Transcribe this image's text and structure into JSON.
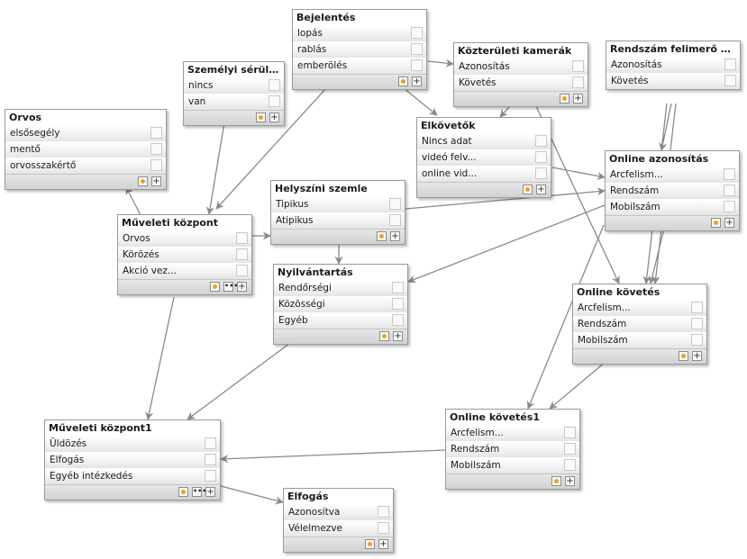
{
  "nodes": [
    {
      "id": "bejelentes",
      "title": "Bejelentés",
      "items": [
        "lopás",
        "rablás",
        "emberölés"
      ],
      "footer": [
        "dot",
        "plus"
      ]
    },
    {
      "id": "szemelyi",
      "title": "Személyi sérülés",
      "items": [
        "nincs",
        "van"
      ],
      "footer": [
        "dot",
        "plus"
      ]
    },
    {
      "id": "kozteruleti",
      "title": "Közterületi kamerák",
      "items": [
        "Azonosítás",
        "Követés"
      ],
      "footer": [
        "dot",
        "plus"
      ]
    },
    {
      "id": "rendszam_felismero",
      "title": "Rendszám felimerő ka...",
      "items": [
        "Azonosítás",
        "Követés"
      ],
      "footer": []
    },
    {
      "id": "orvos",
      "title": "Orvos",
      "items": [
        "elsősegély",
        "mentő",
        "orvosszakértő"
      ],
      "footer": [
        "dot",
        "plus"
      ]
    },
    {
      "id": "elkovetok",
      "title": "Elkövetők",
      "items": [
        "Nincs adat",
        "videó felv...",
        "online vid..."
      ],
      "footer": [
        "dot",
        "plus"
      ]
    },
    {
      "id": "online_azon",
      "title": "Online azonosítás",
      "items": [
        "Arcfelism...",
        "Rendszám",
        "Mobilszám"
      ],
      "footer": [
        "dot",
        "plus"
      ]
    },
    {
      "id": "helyszini",
      "title": "Helyszíni szemle",
      "items": [
        "Tipikus",
        "Atipikus"
      ],
      "footer": [
        "dot",
        "plus"
      ]
    },
    {
      "id": "muveleti",
      "title": "Műveleti központ",
      "items": [
        "Orvos",
        "Körözés",
        "Akció vez..."
      ],
      "footer": [
        "dot",
        "dots",
        "plus"
      ]
    },
    {
      "id": "nyilvantartas",
      "title": "Nyilvántartás",
      "items": [
        "Rendőrségi",
        "Közösségi",
        "Egyéb"
      ],
      "footer": [
        "dot",
        "plus"
      ]
    },
    {
      "id": "online_kovetes",
      "title": "Online követés",
      "items": [
        "Arcfelism...",
        "Rendszám",
        "Mobilszám"
      ],
      "footer": [
        "dot",
        "plus"
      ]
    },
    {
      "id": "online_kovetes1",
      "title": "Online követés1",
      "items": [
        "Arcfelism...",
        "Rendszám",
        "Mobilszám"
      ],
      "footer": [
        "dot",
        "plus"
      ]
    },
    {
      "id": "muveleti1",
      "title": "Műveleti központ1",
      "items": [
        "Üldözés",
        "Elfogás",
        "Egyéb intézkedés"
      ],
      "footer": [
        "dot",
        "dots",
        "plus"
      ]
    },
    {
      "id": "elfogas",
      "title": "Elfogás",
      "items": [
        "Azonosítva",
        "Vélelmezve"
      ],
      "footer": [
        "dot",
        "plus"
      ]
    }
  ],
  "edges": [
    {
      "from": "bejelentes",
      "to": "kozteruleti"
    },
    {
      "from": "bejelentes",
      "to": "elkovetok"
    },
    {
      "from": "bejelentes",
      "to": "muveleti"
    },
    {
      "from": "szemelyi",
      "to": "muveleti"
    },
    {
      "from": "muveleti",
      "to": "orvos"
    },
    {
      "from": "muveleti",
      "to": "helyszini"
    },
    {
      "from": "muveleti",
      "to": "muveleti1"
    },
    {
      "from": "kozteruleti",
      "to": "elkovetok"
    },
    {
      "from": "kozteruleti",
      "to": "online_kovetes"
    },
    {
      "from": "rendszam_felismero",
      "to": "online_azon"
    },
    {
      "from": "rendszam_felismero",
      "to": "online_kovetes"
    },
    {
      "from": "elkovetok",
      "to": "online_azon"
    },
    {
      "from": "online_azon",
      "to": "online_kovetes"
    },
    {
      "from": "online_azon",
      "to": "nyilvantartas"
    },
    {
      "from": "online_azon",
      "to": "online_kovetes1"
    },
    {
      "from": "helyszini",
      "to": "nyilvantartas"
    },
    {
      "from": "helyszini",
      "to": "online_azon"
    },
    {
      "from": "nyilvantartas",
      "to": "muveleti1"
    },
    {
      "from": "online_kovetes",
      "to": "online_kovetes1"
    },
    {
      "from": "online_kovetes1",
      "to": "muveleti1"
    },
    {
      "from": "muveleti1",
      "to": "elfogas"
    }
  ]
}
